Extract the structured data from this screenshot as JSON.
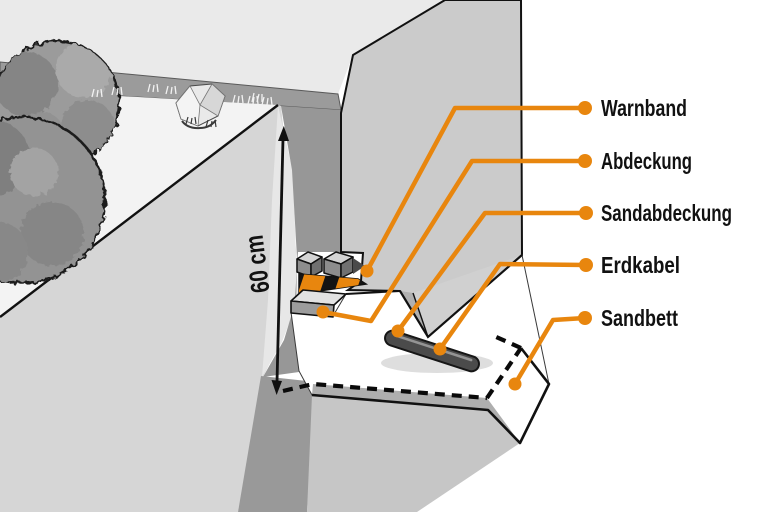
{
  "diagram": {
    "title": "Erdkabel trench cross-section",
    "measurement": {
      "text": "60 cm"
    },
    "labels": [
      {
        "id": "warnband",
        "text": "Warnband"
      },
      {
        "id": "abdeckung",
        "text": "Abdeckung"
      },
      {
        "id": "sandabdeckung",
        "text": "Sandabdeckung"
      },
      {
        "id": "erdkabel",
        "text": "Erdkabel"
      },
      {
        "id": "sandbett",
        "text": "Sandbett"
      }
    ],
    "colors": {
      "accent": "#E8860E",
      "outline": "#111111",
      "sky": "#eaeaea",
      "surface": "#f3f3f3",
      "grass_strip": "#9b9b9b",
      "left_face": "#d6d6d6",
      "trench_dark": "#979797",
      "block_face": "#cbcbcb",
      "under_block": "#c6c6c6",
      "sand": "#ffffff",
      "cable": "#4b4b4b",
      "tape_black": "#141414"
    }
  }
}
